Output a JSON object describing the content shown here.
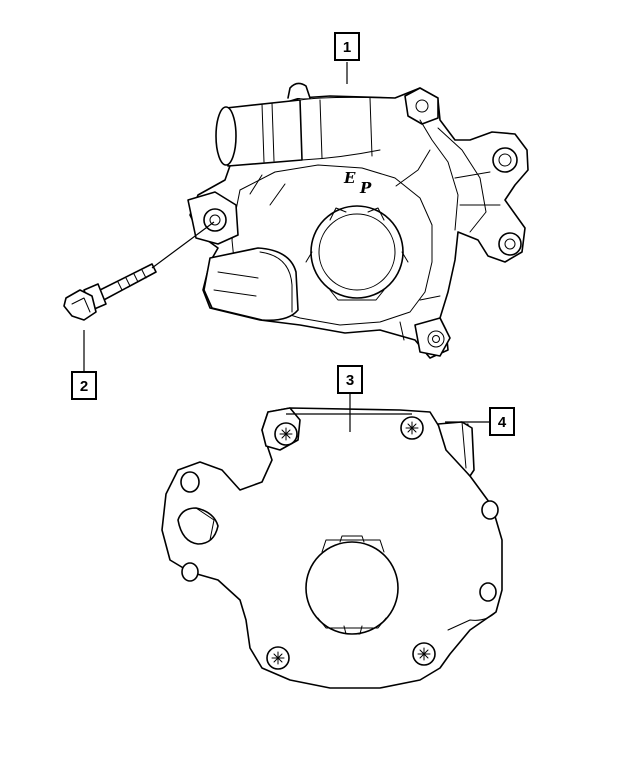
{
  "callouts": [
    {
      "label": "1"
    },
    {
      "label": "2"
    },
    {
      "label": "3"
    },
    {
      "label": "4"
    }
  ],
  "embossed_text": {
    "e": "E",
    "p": "P"
  }
}
